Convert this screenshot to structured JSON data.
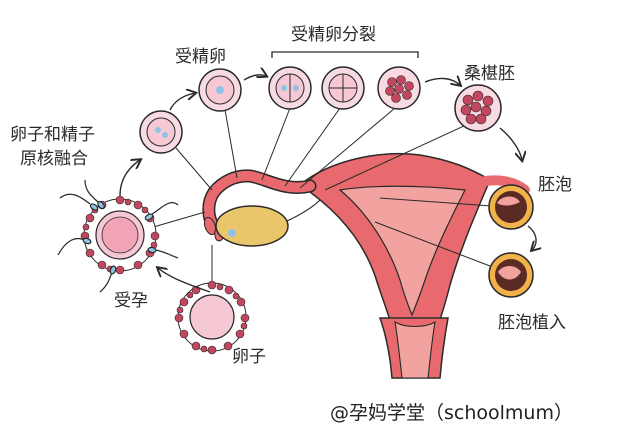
{
  "labels": {
    "fertilized_egg": "受精卵",
    "cleavage": "受精卵分裂",
    "morula": "桑椹胚",
    "fusion_line1": "卵子和精子",
    "fusion_line2": "原核融合",
    "blastocyst": "胚泡",
    "fertilization": "受孕",
    "egg": "卵子",
    "implantation": "胚泡植入"
  },
  "credit": "@孕妈学堂（schoolmum）",
  "colors": {
    "uterus": "#e86a6e",
    "uterus_inner": "#f2a3a0",
    "ovary": "#e9c66a",
    "cell_fill": "#f5c8d4",
    "nucleus": "#8fc3e6",
    "dots": "#b23a55",
    "outline": "#2a2a2a",
    "blastocyst_dark": "#5a2a25",
    "blastocyst_ring": "#f2b24a"
  }
}
